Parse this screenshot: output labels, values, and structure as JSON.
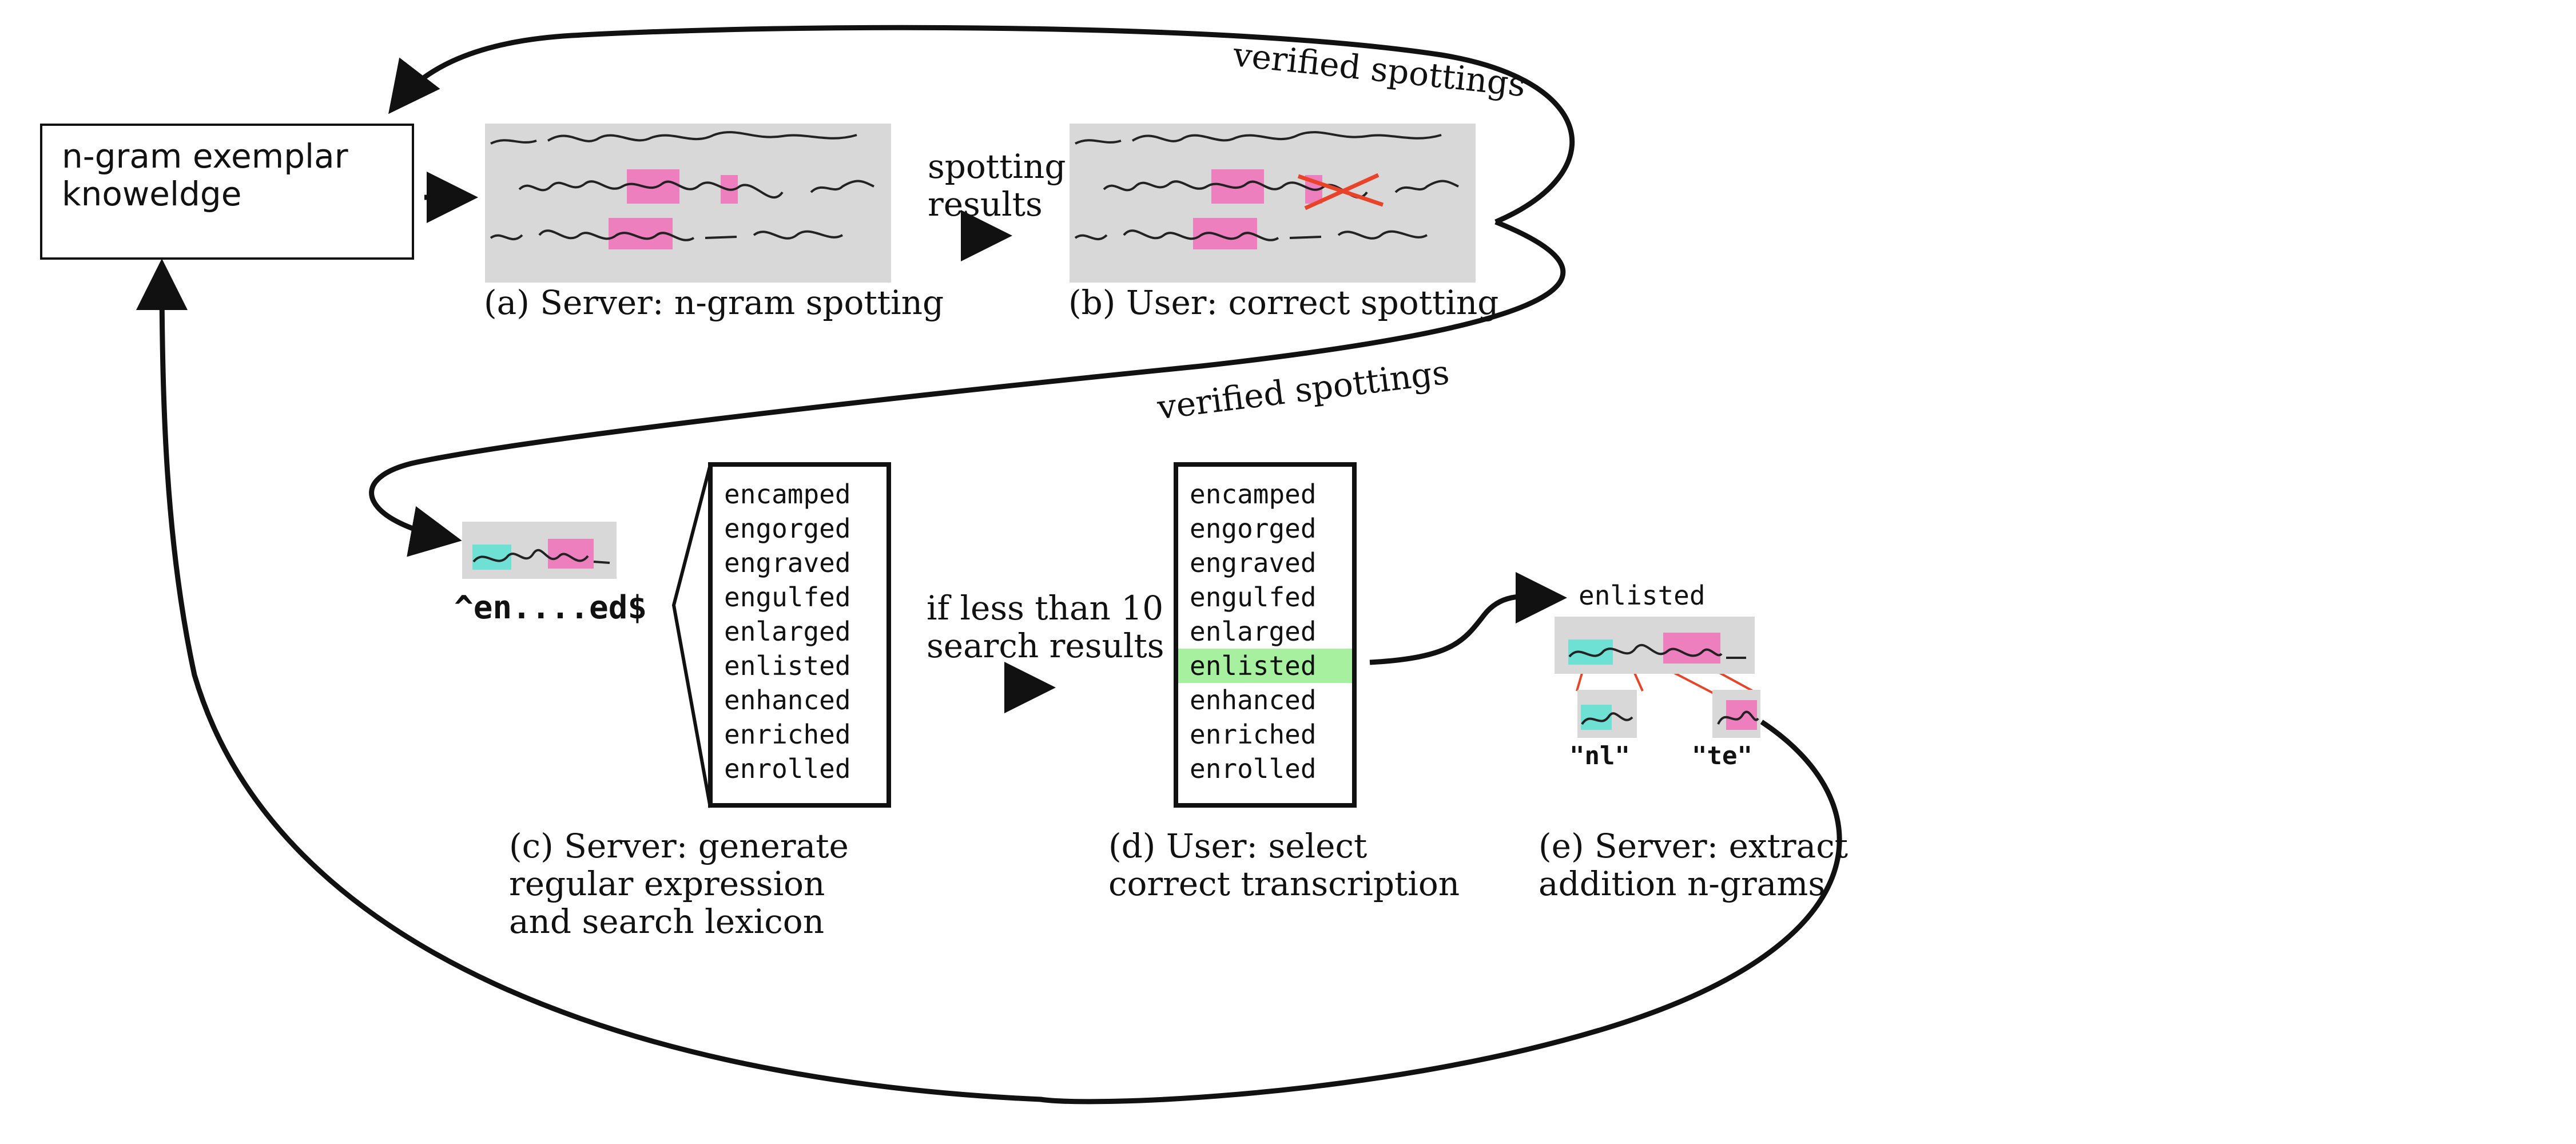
{
  "knowledge_box": {
    "line1": "n-gram exemplar",
    "line2": "knoweldge"
  },
  "panel_a": {
    "caption": "(a) Server: n-gram spotting"
  },
  "panel_b": {
    "caption": "(b) User: correct spotting"
  },
  "between_ab": {
    "line1": "spotting",
    "line2": "results"
  },
  "arc_top_label": "verified spottings",
  "arc_mid_label": "verified spottings",
  "panel_c": {
    "regex": "^en....ed$",
    "caption_line1": "(c) Server: generate",
    "caption_line2": "regular expression",
    "caption_line3": "and search lexicon"
  },
  "lexicon": [
    "encamped",
    "engorged",
    "engraved",
    "engulfed",
    "enlarged",
    "enlisted",
    "enhanced",
    "enriched",
    "enrolled"
  ],
  "between_cd": {
    "line1": "if less than 10",
    "line2": "search results"
  },
  "panel_d": {
    "selected_word": "enlisted",
    "caption_line1": "(d) User: select",
    "caption_line2": "correct transcription"
  },
  "panel_e": {
    "word": "enlisted",
    "ngram_1": "\"nl\"",
    "ngram_2": "\"te\"",
    "caption_line1": "(e) Server: extract",
    "caption_line2": "addition n-grams"
  },
  "colors": {
    "cyan_highlight": "#6fe0d4",
    "pink_highlight": "#ee7fbf",
    "selection_green": "#a6f0a0",
    "correction_red": "#e8442a"
  }
}
